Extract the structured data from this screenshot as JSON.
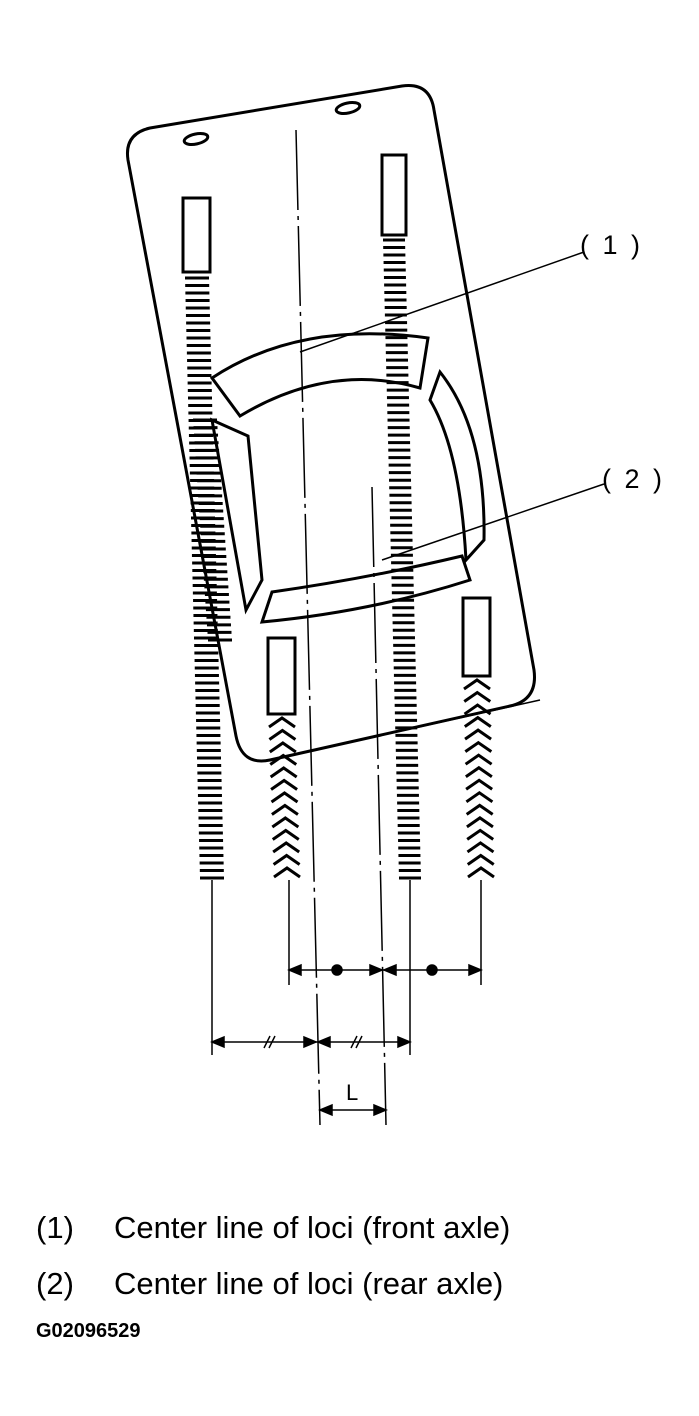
{
  "callouts": {
    "one": "( 1 )",
    "two": "( 2 )"
  },
  "dimension_label": "L",
  "legend": [
    {
      "number": "(1)",
      "text": "Center line of loci (front axle)"
    },
    {
      "number": "(2)",
      "text": "Center line of loci (rear axle)"
    }
  ],
  "figure_id": "G02096529"
}
